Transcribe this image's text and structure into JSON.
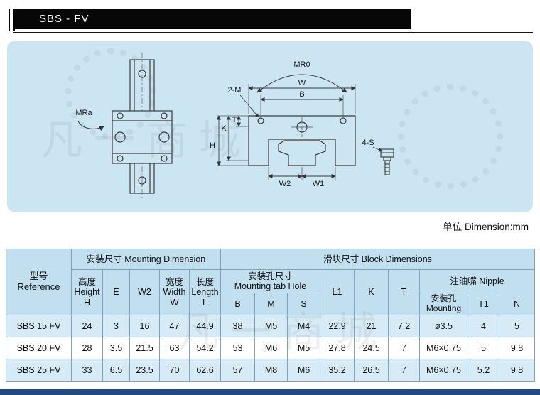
{
  "header": {
    "title": "SBS - FV"
  },
  "units_note": "单位 Dimension:mm",
  "watermark": {
    "text": "凡一商城"
  },
  "diagram": {
    "labels": {
      "mra": "MRa",
      "mr0": "MR0",
      "two_m": "2-M",
      "w": "W",
      "b": "B",
      "h": "H",
      "k": "K",
      "t": "T",
      "w2": "W2",
      "w1": "W1",
      "four_s": "4-S"
    }
  },
  "table": {
    "group_mounting": "安装尺寸 Mounting Dimension",
    "group_block": "滑块尺寸 Block Dimensions",
    "headers": {
      "reference_zh": "型号",
      "reference_en": "Reference",
      "height_zh": "高度",
      "height_en": "Height",
      "height_sym": "H",
      "e": "E",
      "w2": "W2",
      "width_zh": "宽度",
      "width_en": "Width",
      "width_sym": "W",
      "length_zh": "长度",
      "length_en": "Length",
      "length_sym": "L",
      "tab_hole_zh": "安装孔尺寸",
      "tab_hole_en": "Mounting tab Hole",
      "b": "B",
      "m": "M",
      "s": "S",
      "l1": "L1",
      "k": "K",
      "t": "T",
      "nipple": "注油嘴 Nipple",
      "nipple_mount_zh": "安装孔",
      "nipple_mount_en": "Mounting",
      "t1": "T1",
      "n": "N"
    },
    "rows": [
      {
        "model": "SBS 15 FV",
        "h": "24",
        "e": "3",
        "w2": "16",
        "w": "47",
        "l": "44.9",
        "b": "38",
        "m": "M5",
        "s": "M4",
        "l1": "22.9",
        "k": "21",
        "t": "7.2",
        "mount": "ø3.5",
        "t1": "4",
        "n": "5"
      },
      {
        "model": "SBS 20 FV",
        "h": "28",
        "e": "3.5",
        "w2": "21.5",
        "w": "63",
        "l": "54.2",
        "b": "53",
        "m": "M6",
        "s": "M5",
        "l1": "27.8",
        "k": "24.5",
        "t": "7",
        "mount": "M6×0.75",
        "t1": "5",
        "n": "9.8"
      },
      {
        "model": "SBS 25 FV",
        "h": "33",
        "e": "6.5",
        "w2": "23.5",
        "w": "70",
        "l": "62.6",
        "b": "57",
        "m": "M8",
        "s": "M6",
        "l1": "35.2",
        "k": "26.5",
        "t": "7",
        "mount": "M6×0.75",
        "t1": "5.2",
        "n": "9.8"
      }
    ]
  }
}
